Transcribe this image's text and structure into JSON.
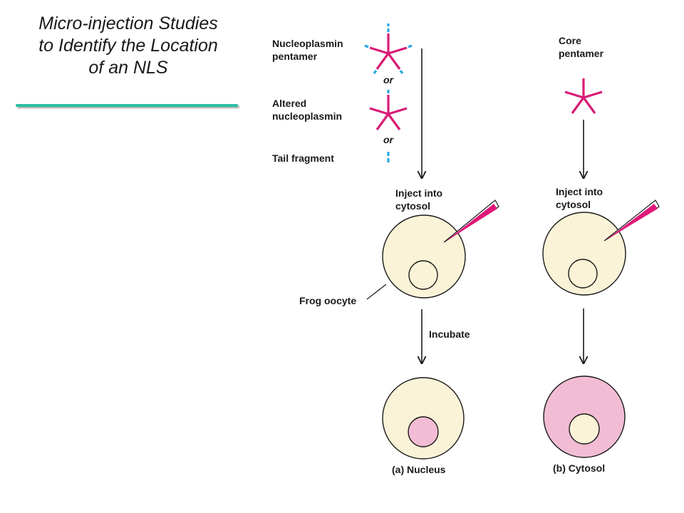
{
  "title": {
    "line1": "Micro-injection Studies",
    "line2": "to Identify the Location",
    "line3": "of an NLS"
  },
  "colors": {
    "accent_rule": "#2bbfa4",
    "protein_magenta": "#d81b74",
    "nls_tail": "#27a9e1",
    "oocyte_fill": "#fbf3d8",
    "pink_fill": "#f2bdd4"
  },
  "left": {
    "nucleoplasmin_line1": "Nucleoplasmin",
    "nucleoplasmin_line2": "pentamer",
    "or1": "or",
    "altered_line1": "Altered",
    "altered_line2": "nucleoplasmin",
    "or2": "or",
    "tail_fragment": "Tail fragment",
    "inject_line1": "Inject into",
    "inject_line2": "cytosol",
    "frog_oocyte": "Frog oocyte",
    "incubate": "Incubate",
    "result": "(a) Nucleus"
  },
  "right": {
    "core_line1": "Core",
    "core_line2": "pentamer",
    "inject_line1": "Inject into",
    "inject_line2": "cytosol",
    "result": "(b) Cytosol"
  }
}
